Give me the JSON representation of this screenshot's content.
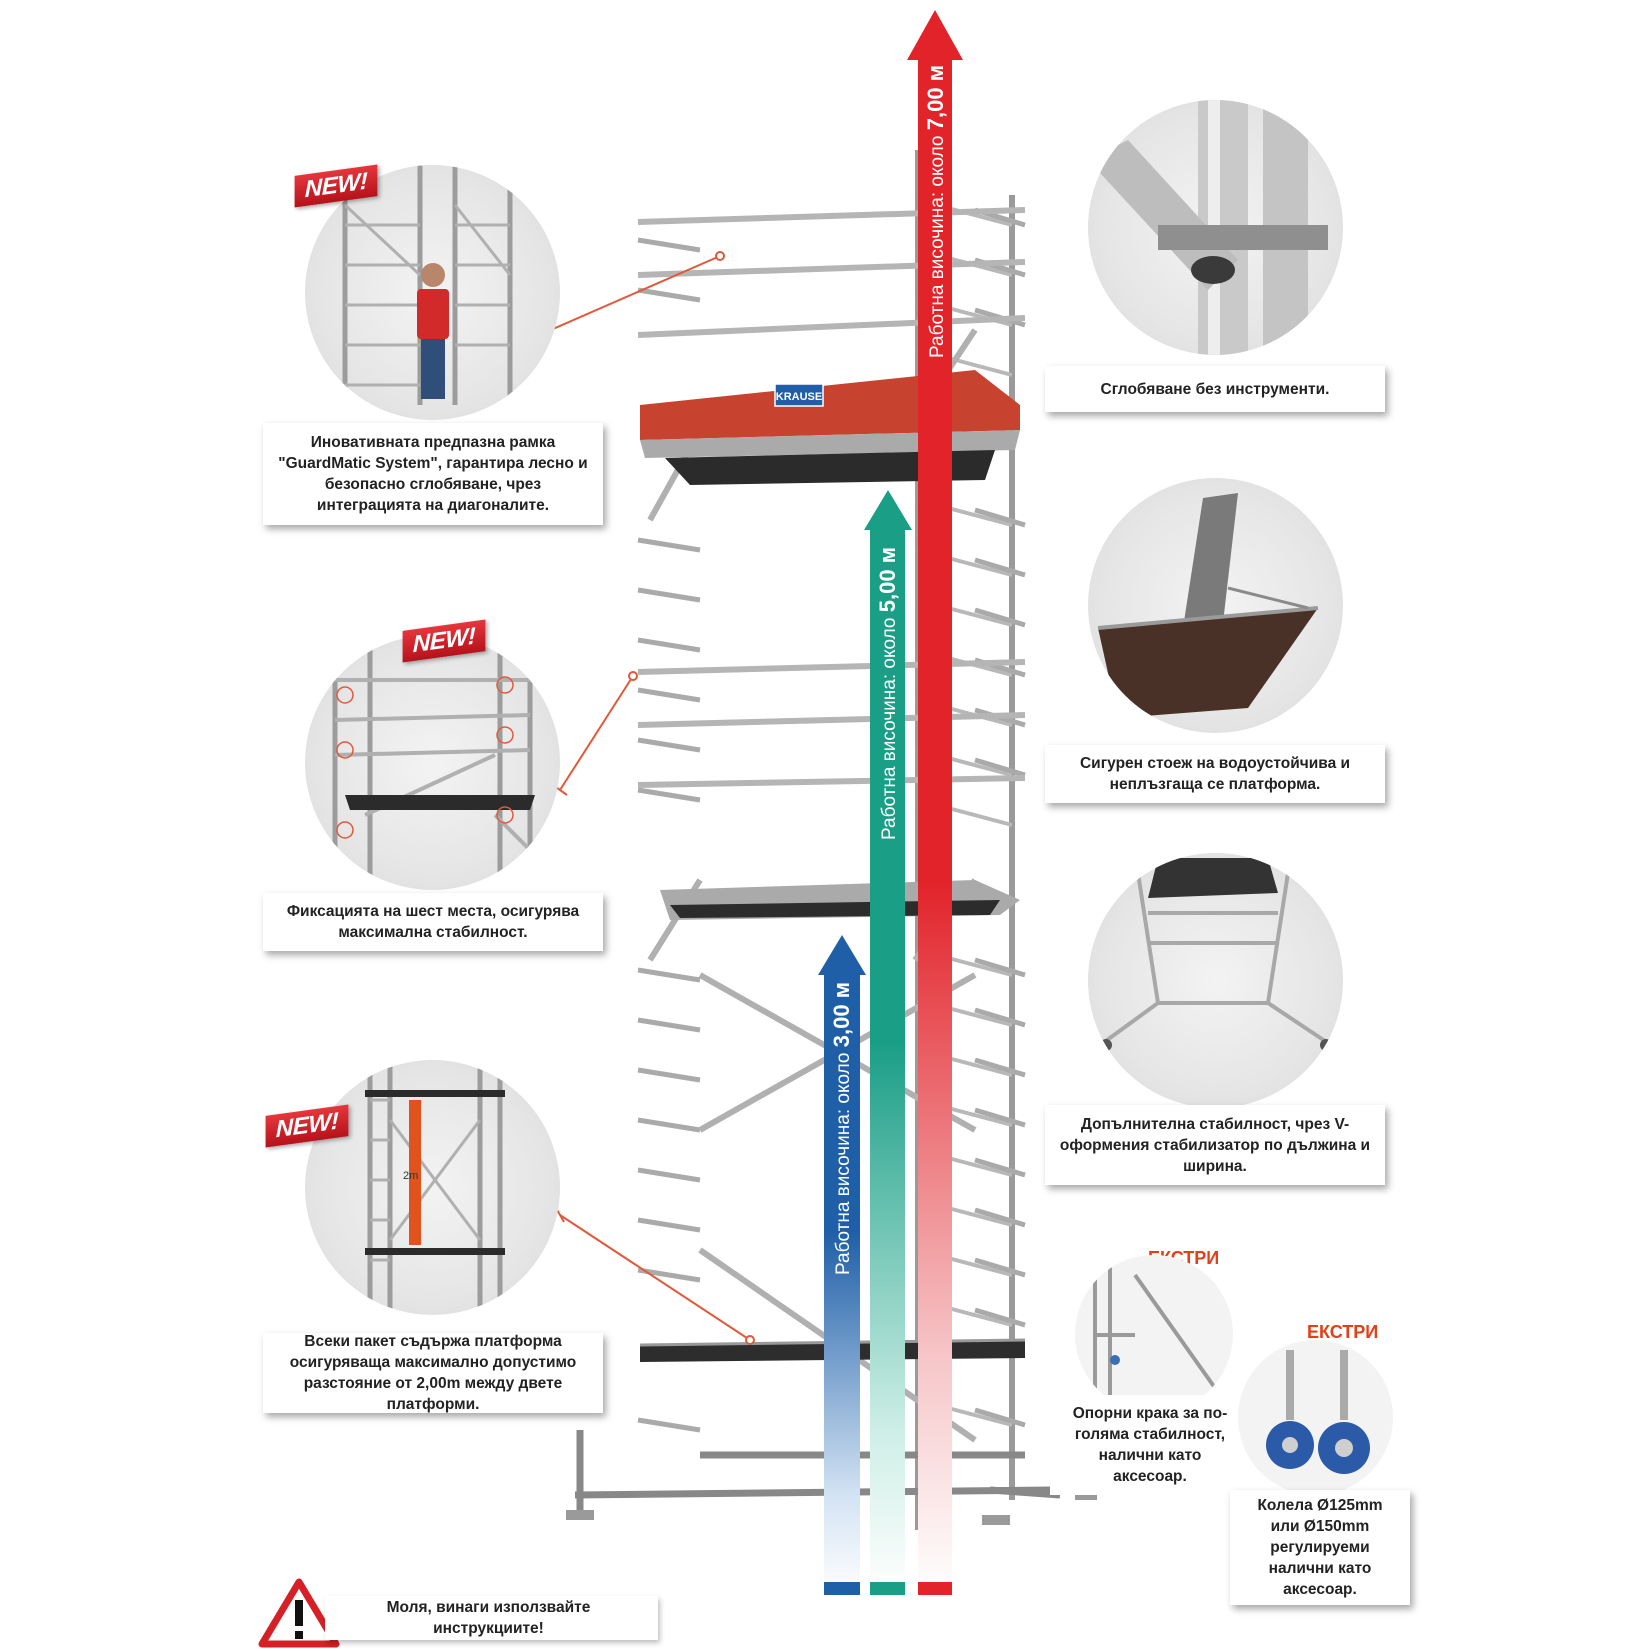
{
  "brand": "KRAUSE",
  "badges": {
    "new": "NEW!",
    "extras": "ЕКСТРИ"
  },
  "height_arrows": [
    {
      "prefix": "Работна височина: около ",
      "value": "3,00 м",
      "color": "#1f5fa8"
    },
    {
      "prefix": "Работна височина: около ",
      "value": "5,00 м",
      "color": "#1a9e86"
    },
    {
      "prefix": "Работна височина: около ",
      "value": "7,00 м",
      "color": "#e2232a"
    }
  ],
  "left_cards": [
    {
      "text": "Иновативната предпазна рамка \"GuardMatic System\", гарантира лесно и безопасно сглобяване, чрез интеграцията на диагоналите."
    },
    {
      "text": "Фиксацията на шест места, осигурява максимална стабилност."
    },
    {
      "text": "Всеки пакет съдържа платформа осигуряваща максимално допустимо разстояние от 2,00m между двете платформи."
    }
  ],
  "right_cards": [
    {
      "text": "Сглобяване без инструменти."
    },
    {
      "text": "Сигурен стоеж на водоустойчива и неплъзгаща се платформа."
    },
    {
      "text": "Допълнителна стабилност, чрез V-оформения стабилизатор по дължина и ширина."
    }
  ],
  "extras_cards": [
    {
      "text": "Опорни крака за по-голяма стабилност, налични като аксесоар."
    },
    {
      "text": "Колела Ø125mm или Ø150mm регулируеми налични като аксесоар."
    }
  ],
  "detail_labels": {
    "two_m": "2m"
  },
  "warning": {
    "text": "Моля, винаги използвайте инструкциите!"
  },
  "colors": {
    "red": "#e2232a",
    "teal": "#1a9e86",
    "blue": "#1f5fa8",
    "leader": "#e05a3a"
  }
}
